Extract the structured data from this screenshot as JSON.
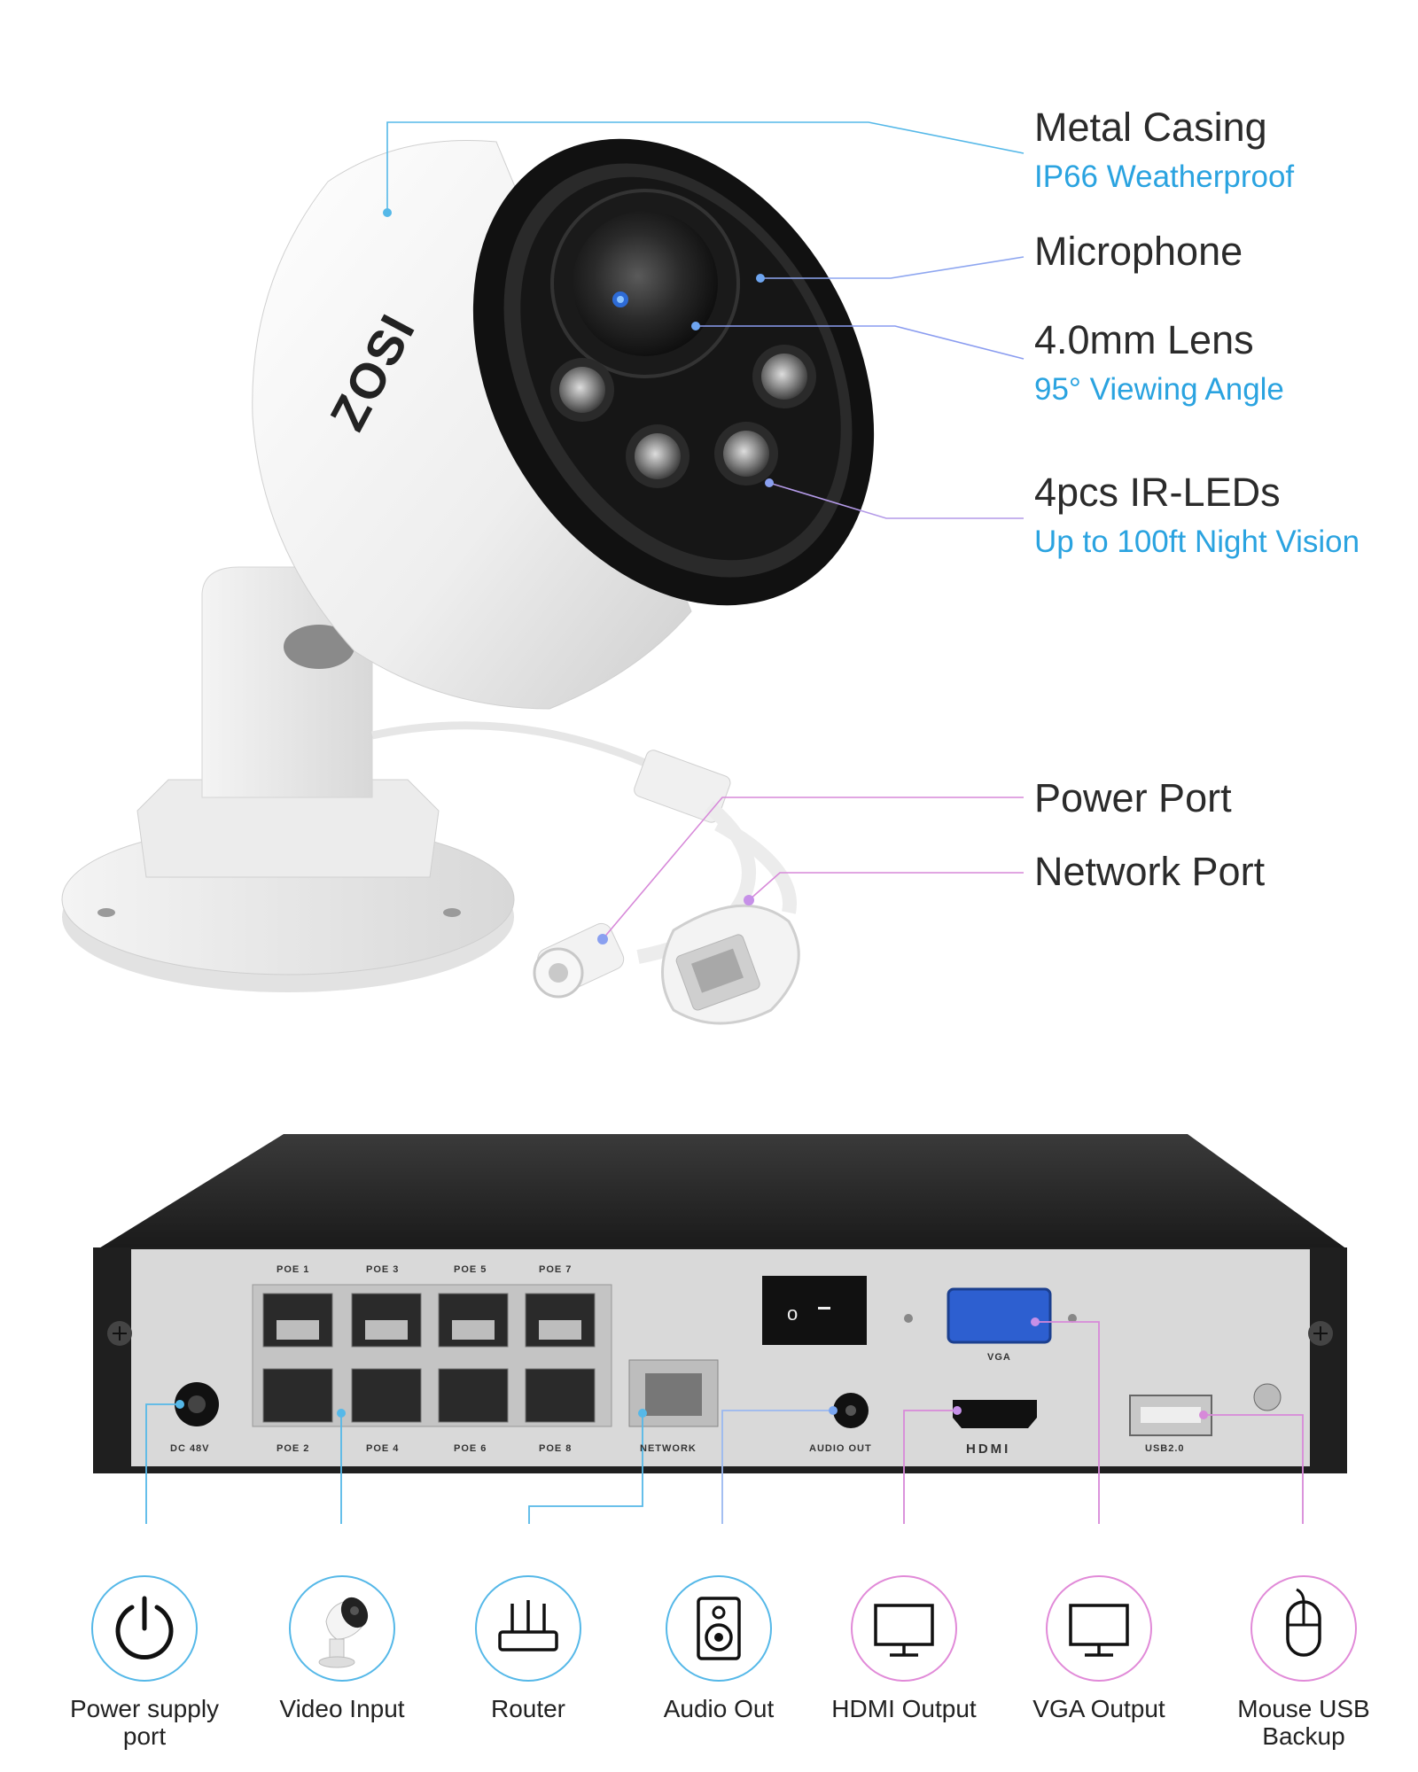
{
  "camera": {
    "brand": "ZOSI",
    "features": [
      {
        "title": "Metal Casing",
        "subtitle": "IP66 Weatherproof"
      },
      {
        "title": "Microphone",
        "subtitle": ""
      },
      {
        "title": "4.0mm Lens",
        "subtitle": "95° Viewing Angle"
      },
      {
        "title": "4pcs IR-LEDs",
        "subtitle": "Up to 100ft Night Vision"
      }
    ],
    "cable_ports": [
      {
        "title": "Power Port"
      },
      {
        "title": "Network Port"
      }
    ]
  },
  "nvr": {
    "port_labels": {
      "poe1": "POE 1",
      "poe3": "POE 3",
      "poe5": "POE 5",
      "poe7": "POE 7",
      "poe2": "POE 2",
      "poe4": "POE 4",
      "poe6": "POE 6",
      "poe8": "POE 8",
      "dc": "DC 48V",
      "network": "NETWORK",
      "audio": "AUDIO OUT",
      "vga": "VGA",
      "hdmi": "HDMI",
      "usb": "USB2.0"
    }
  },
  "connections": [
    {
      "label": "Power supply port",
      "icon": "power-icon"
    },
    {
      "label": "Video Input",
      "icon": "camera-icon"
    },
    {
      "label": "Router",
      "icon": "router-icon"
    },
    {
      "label": "Audio Out",
      "icon": "speaker-icon"
    },
    {
      "label": "HDMI Output",
      "icon": "monitor-icon"
    },
    {
      "label": "VGA Output",
      "icon": "monitor-icon"
    },
    {
      "label": "Mouse USB Backup",
      "icon": "mouse-icon"
    }
  ],
  "colors": {
    "accent_blue": "#2aa3e0",
    "accent_pink": "#e18ad8",
    "nvr_panel": "#d9d9d9",
    "nvr_body": "#1e1e1e"
  }
}
